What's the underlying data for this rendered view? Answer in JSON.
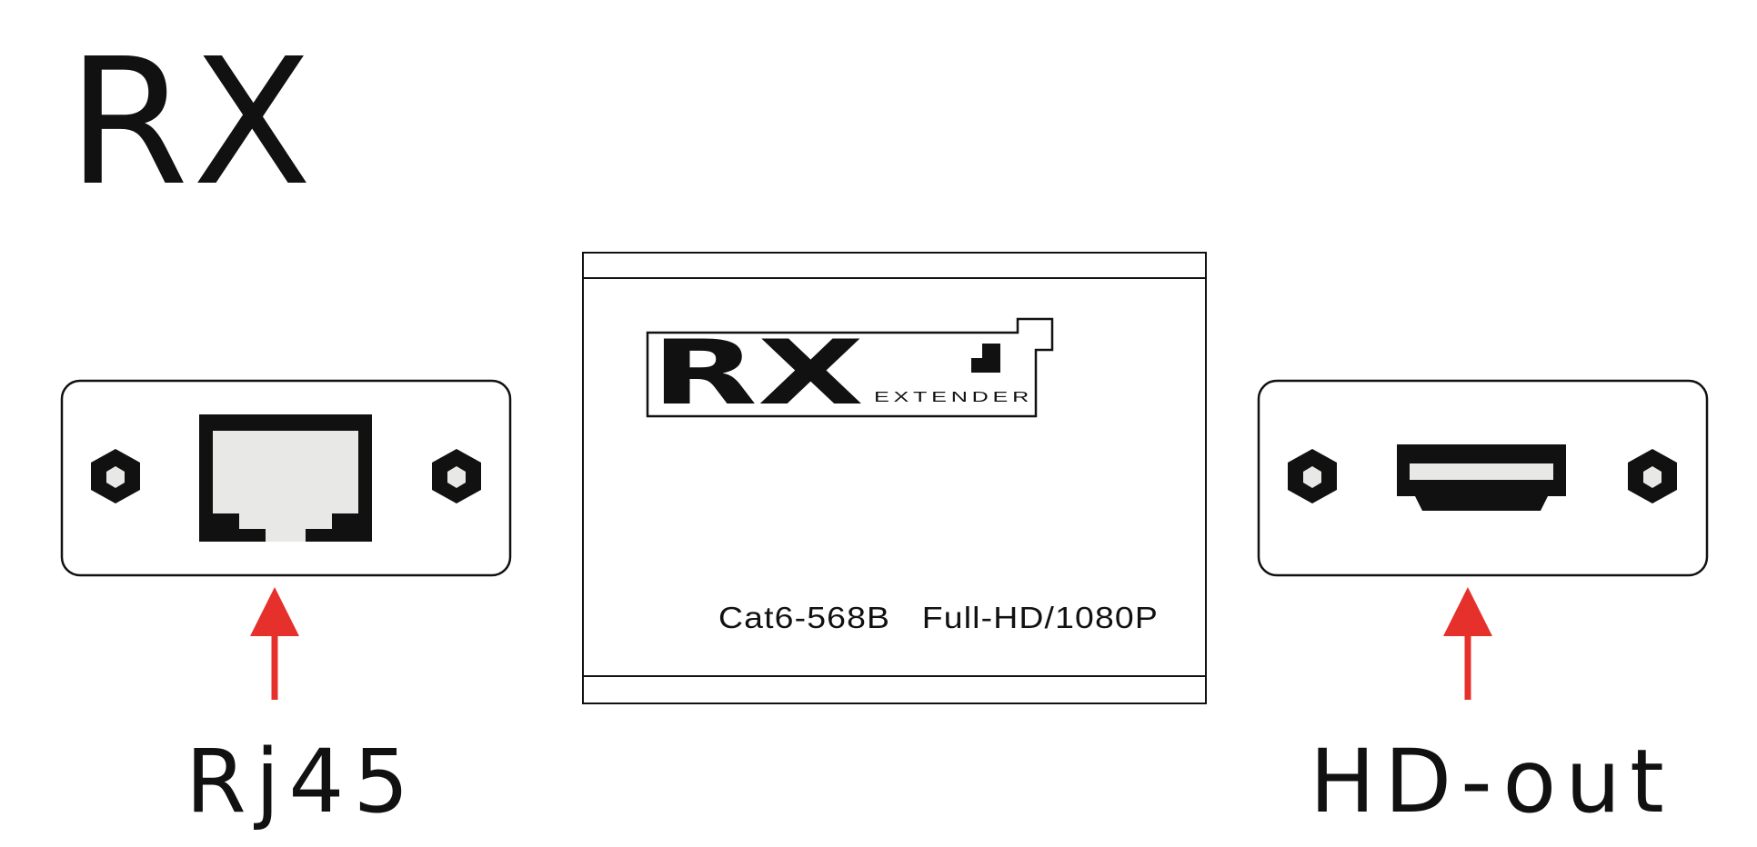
{
  "title": "RX",
  "device": {
    "logo_text": "RX",
    "logo_subtext": "EXTENDER",
    "spec_text": "Cat6-568B   Full-HD/1080P"
  },
  "ports": {
    "left": {
      "label": "Rj45",
      "icon": "rj45-port-icon"
    },
    "right": {
      "label": "HD-out",
      "icon": "hdmi-port-icon"
    }
  },
  "colors": {
    "arrow": "#e5302b",
    "outline": "#111111",
    "port_fill": "#e8e8e6"
  }
}
